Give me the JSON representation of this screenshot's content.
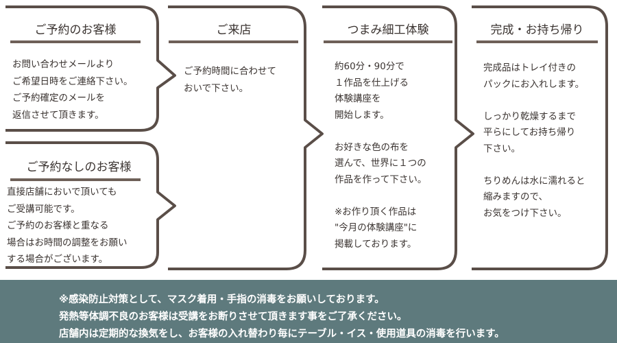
{
  "steps": [
    {
      "title": "ご予約のお客様",
      "body": "お問い合わせメールより\nご希望日時をご連絡下さい。\nご予約確定のメールを\n返信させて頂きます。"
    },
    {
      "title": "ご予約なしのお客様",
      "body": "直接店舗においで頂いても\nご受講可能です。\nご予約のお客様と重なる\n場合はお時間の調整をお願い\nする場合がございます。"
    },
    {
      "title": "ご来店",
      "body": "ご予約時間に合わせて\nおいで下さい。"
    },
    {
      "title": "つまみ細工体験",
      "body": "約60分・90分で\n１作品を仕上げる\n体験講座を\n開始します。\n\nお好きな色の布を\n選んで、世界に１つの\n作品を作って下さい。\n\n※お作り頂く作品は\n\"今月の体験講座\"に\n掲載しております。"
    },
    {
      "title": "完成・お持ち帰り",
      "body": "完成品はトレイ付きの\nパックにお入れします。\n\nしっかり乾燥するまで\n平らにしてお持ち帰り\n下さい。\n\nちりめんは水に濡れると\n縮みますので、\nお気をつけ下さい。"
    }
  ],
  "notice": [
    "※感染防止対策として、マスク着用・手指の消毒をお願いしております。",
    "発熱等体調不良のお客様は受講をお断りさせて頂きます事をご了承ください。",
    "店舗内は定期的な換気をし、お客様の入れ替わり毎にテーブル・イス・使用道具の消毒を行います。"
  ],
  "colors": {
    "frame": "#5a4e48",
    "footer": "#5e7a7d"
  }
}
